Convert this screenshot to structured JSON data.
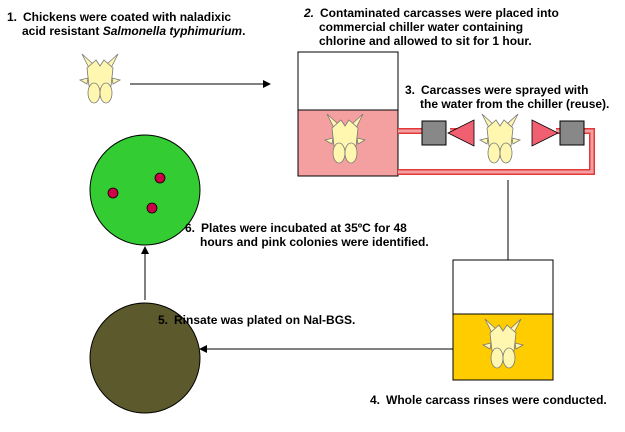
{
  "steps": [
    {
      "num": "1.",
      "line1": "Chickens were coated with naladixic",
      "line2_pre": "acid resistant ",
      "line2_italic": "Salmonella typhimurium",
      "line2_post": "."
    },
    {
      "num": "2.",
      "line1": "Contaminated carcasses were placed into",
      "line2": "commercial chiller water containing",
      "line3": "chlorine and allowed to sit for 1 hour."
    },
    {
      "num": "3.",
      "line1": "Carcasses were sprayed with",
      "line2": "the water from the chiller (reuse)."
    },
    {
      "num": "4.",
      "line1": "Whole carcass rinses were conducted."
    },
    {
      "num": "5.",
      "line1": "Rinsate was plated on Nal-BGS."
    },
    {
      "num": "6.",
      "line1": "Plates were incubated at 35ºC for 48",
      "line2": "hours and pink colonies were identified."
    }
  ],
  "colors": {
    "chiller_water": "#f4a0a0",
    "rinse_liquid": "#ffcc00",
    "incubated_plate": "#33cc33",
    "colony": "#cc0044",
    "rinsate_plate": "#5c5a2c",
    "chicken": "#fff7b0",
    "pump": "#888888",
    "nozzle": "#f06070",
    "pipe": "#e23a3a"
  },
  "icons": [
    "chicken-carcass-icon",
    "pump-icon",
    "spray-nozzle-icon",
    "petri-dish-icon"
  ]
}
